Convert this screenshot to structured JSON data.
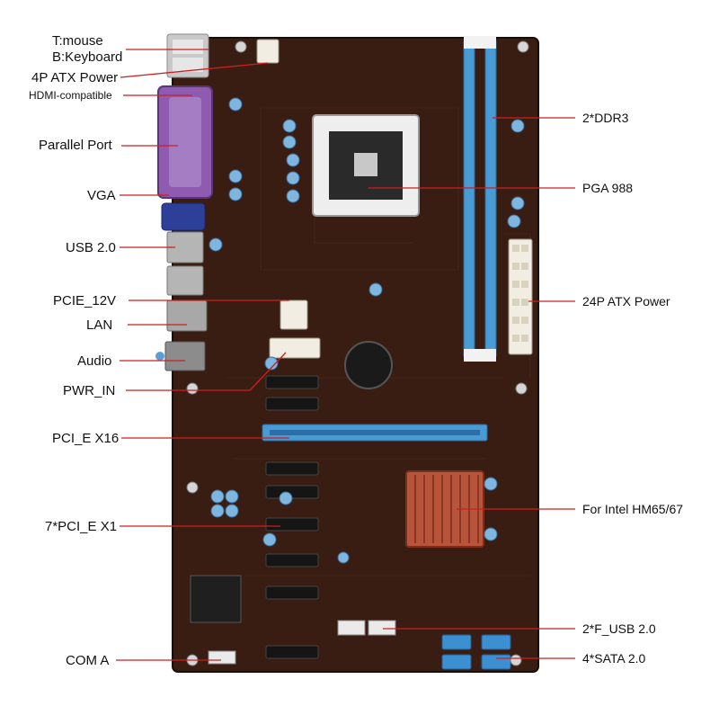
{
  "labels_left": [
    {
      "key": "mouse",
      "text": "T:mouse"
    },
    {
      "key": "keyboard",
      "text": "B:Keyboard"
    },
    {
      "key": "atx4p",
      "text": "4P ATX Power"
    },
    {
      "key": "hdmi",
      "text": "HDMI-compatible"
    },
    {
      "key": "parallel",
      "text": "Parallel Port"
    },
    {
      "key": "vga",
      "text": "VGA"
    },
    {
      "key": "usb20",
      "text": "USB 2.0"
    },
    {
      "key": "pcie12v",
      "text": "PCIE_12V"
    },
    {
      "key": "lan",
      "text": "LAN"
    },
    {
      "key": "audio",
      "text": "Audio"
    },
    {
      "key": "pwrin",
      "text": "PWR_IN"
    },
    {
      "key": "pcie16",
      "text": "PCI_E X16"
    },
    {
      "key": "pcie1",
      "text": "7*PCI_E X1"
    },
    {
      "key": "coma",
      "text": "COM A"
    }
  ],
  "labels_right": [
    {
      "key": "ddr3",
      "text": "2*DDR3"
    },
    {
      "key": "pga",
      "text": "PGA 988"
    },
    {
      "key": "atx24p",
      "text": "24P ATX Power"
    },
    {
      "key": "chipset",
      "text": "For  Intel HM65/67"
    },
    {
      "key": "fusb",
      "text": "2*F_USB 2.0"
    },
    {
      "key": "sata",
      "text": "4*SATA 2.0"
    }
  ],
  "colors": {
    "pcb": "#3a1d12",
    "pcb_dark": "#24110a",
    "slot_blue": "#4a9ad4",
    "heatsink": "#b8543a",
    "parallel_purple": "#8e5bb0",
    "vga_blue": "#2e3f9a",
    "leader_red": "#cc1f1f",
    "cap_blue": "#7fb6e0"
  }
}
